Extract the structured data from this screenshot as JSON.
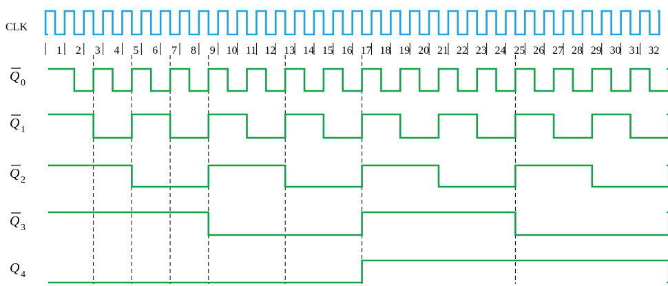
{
  "clock_label": "CLK",
  "pulse_numbers": [
    "1",
    "2",
    "3",
    "4",
    "5",
    "6",
    "7",
    "8",
    "9",
    "10",
    "11",
    "12",
    "13",
    "14",
    "15",
    "16",
    "17",
    "18",
    "19",
    "20",
    "21",
    "22",
    "23",
    "24",
    "25",
    "26",
    "27",
    "28",
    "29",
    "30",
    "31",
    "32"
  ],
  "dashed_guides_at_pulses": [
    2,
    4,
    6,
    8,
    12,
    16,
    24,
    32
  ],
  "signals": [
    {
      "letter": "Q",
      "subscript": "0",
      "complement": true,
      "toggle_divisor": 1,
      "initial": 1
    },
    {
      "letter": "Q",
      "subscript": "1",
      "complement": true,
      "toggle_divisor": 2,
      "initial": 1
    },
    {
      "letter": "Q",
      "subscript": "2",
      "complement": true,
      "toggle_divisor": 4,
      "initial": 1
    },
    {
      "letter": "Q",
      "subscript": "3",
      "complement": true,
      "toggle_divisor": 8,
      "initial": 1
    },
    {
      "letter": "Q",
      "subscript": "4",
      "complement": false,
      "toggle_divisor": 16,
      "initial": 0
    }
  ],
  "colors": {
    "clock": "#1aa3e0",
    "signal": "#17a04a",
    "text": "#000000"
  }
}
